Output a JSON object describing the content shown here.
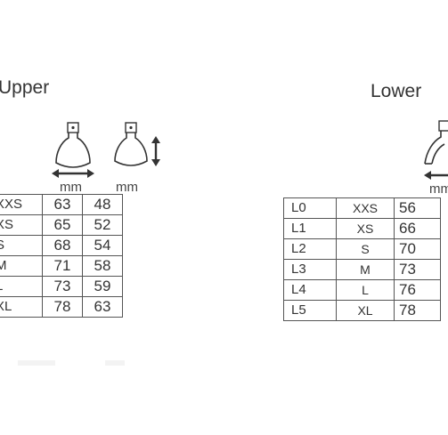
{
  "upper": {
    "title": "Upper",
    "units": [
      "mm",
      "mm"
    ],
    "rows": [
      {
        "size": "XXS",
        "w": "63",
        "h": "48"
      },
      {
        "size": "XS",
        "w": "65",
        "h": "52"
      },
      {
        "size": "S",
        "w": "68",
        "h": "54"
      },
      {
        "size": "M",
        "w": "71",
        "h": "58"
      },
      {
        "size": "L",
        "w": "73",
        "h": "59"
      },
      {
        "size": "XL",
        "w": "78",
        "h": "63"
      }
    ]
  },
  "lower": {
    "title": "Lower",
    "units": [
      "mm"
    ],
    "rows": [
      {
        "code": "L0",
        "size": "XXS",
        "w": "56"
      },
      {
        "code": "L1",
        "size": "XS",
        "w": "66"
      },
      {
        "code": "L2",
        "size": "S",
        "w": "70"
      },
      {
        "code": "L3",
        "size": "M",
        "w": "73"
      },
      {
        "code": "L4",
        "size": "L",
        "w": "76"
      },
      {
        "code": "L5",
        "size": "XL",
        "w": "78"
      }
    ]
  },
  "icons": [
    "upper-tray-width-icon",
    "upper-tray-height-icon",
    "lower-tray-width-icon"
  ]
}
